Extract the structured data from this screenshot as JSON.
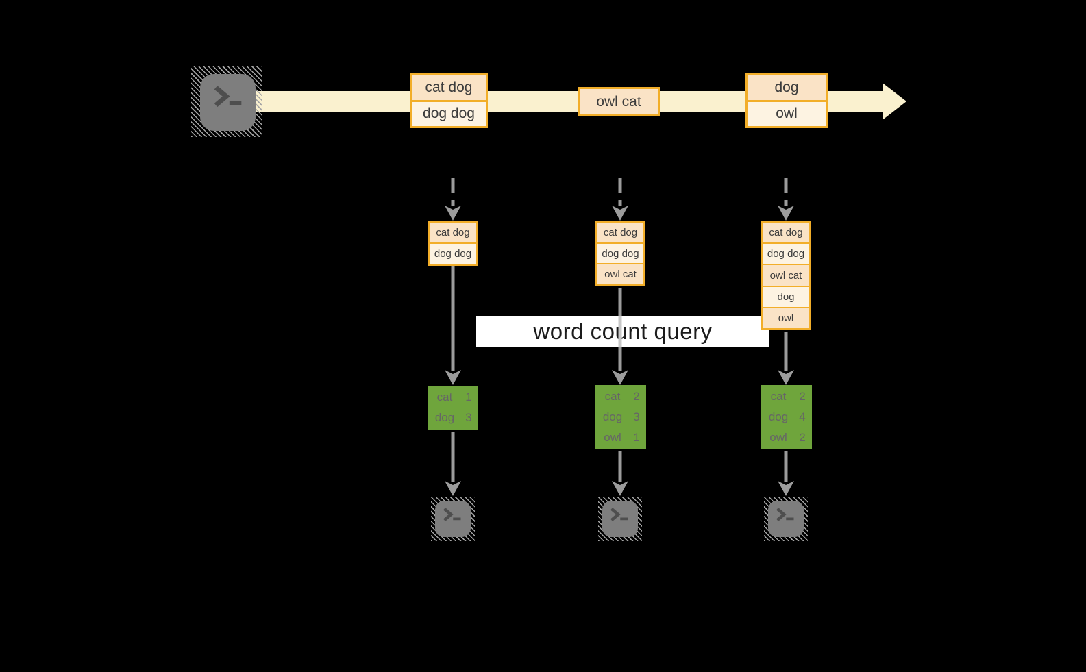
{
  "diagram": {
    "query_label": "word count query",
    "source_icon": "terminal-icon",
    "sink_icon": "terminal-icon",
    "stream_batches": [
      {
        "rows": [
          "cat dog",
          "dog dog"
        ]
      },
      {
        "rows": [
          "owl cat"
        ]
      },
      {
        "rows": [
          "dog",
          "owl"
        ]
      }
    ],
    "columns": [
      {
        "buffer_rows": [
          "cat dog",
          "dog dog"
        ],
        "counts": [
          {
            "word": "cat",
            "count": "1"
          },
          {
            "word": "dog",
            "count": "3"
          }
        ]
      },
      {
        "buffer_rows": [
          "cat dog",
          "dog dog",
          "owl cat"
        ],
        "counts": [
          {
            "word": "cat",
            "count": "2"
          },
          {
            "word": "dog",
            "count": "3"
          },
          {
            "word": "owl",
            "count": "1"
          }
        ]
      },
      {
        "buffer_rows": [
          "cat dog",
          "dog dog",
          "owl cat",
          "dog",
          "owl"
        ],
        "counts": [
          {
            "word": "cat",
            "count": "2"
          },
          {
            "word": "dog",
            "count": "4"
          },
          {
            "word": "owl",
            "count": "2"
          }
        ]
      }
    ],
    "colors": {
      "accent_orange": "#F2AE29",
      "fill_peach": "#FAE3C6",
      "fill_cream": "#FDF3E2",
      "stream_band": "#FAF1CF",
      "green_border": "#6FA53C",
      "green_cell_dark": "#E2EBD5",
      "green_cell_light": "#EEF3E7",
      "arrow_gray": "#9C9C9C",
      "terminal_gray": "#7E7E7E",
      "banner_bg": "#FFFFFF",
      "banner_text": "#1C1C1C"
    }
  }
}
